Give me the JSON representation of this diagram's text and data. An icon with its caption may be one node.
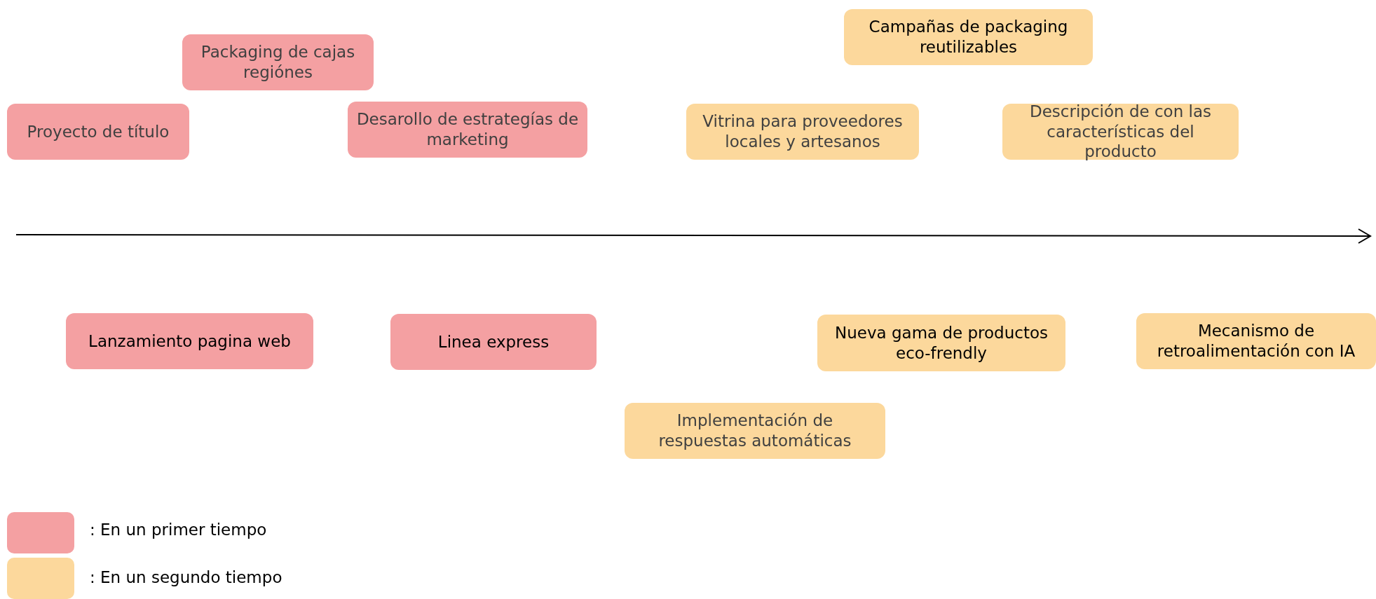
{
  "diagram": {
    "nodes": [
      {
        "text": [
          "Proyecto de título"
        ]
      },
      {
        "text": [
          "Packaging de cajas regiónes"
        ]
      },
      {
        "text": [
          "Desarollo de estrategías de marketing"
        ]
      },
      {
        "text": [
          "Campañas de packaging reutilizables"
        ]
      },
      {
        "text": [
          "Vitrina para proveedores locales y artesanos"
        ]
      },
      {
        "text": [
          "Descripción de con las características del producto"
        ]
      },
      {
        "text": [
          "Lanzamiento pagina web"
        ]
      },
      {
        "text": [
          "Linea express"
        ]
      },
      {
        "text": [
          "Implementación de respuestas automáticas"
        ]
      },
      {
        "text": [
          "Nueva gama de productos eco-frendly"
        ]
      },
      {
        "text": [
          "Mecanismo de retroalimentación con IA"
        ]
      }
    ],
    "legend": [
      {
        "text": ": En un primer tiempo",
        "color": "#f4a0a2"
      },
      {
        "text": ": En un segundo tiempo",
        "color": "#fcd89c"
      }
    ]
  }
}
